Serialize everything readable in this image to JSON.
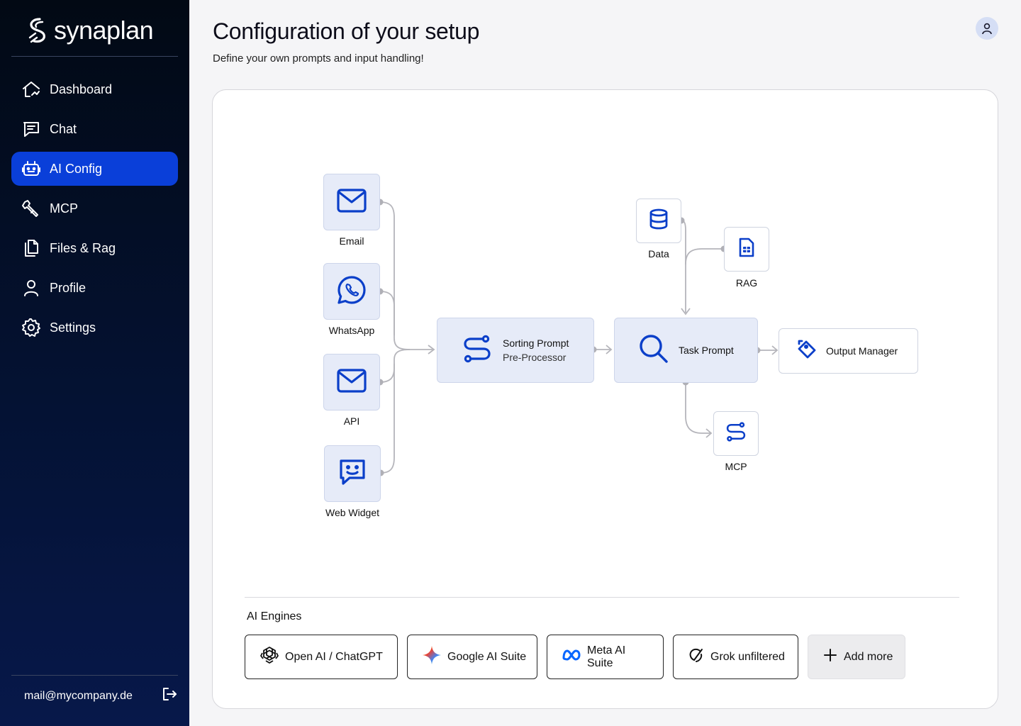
{
  "app": {
    "name": "synaplan"
  },
  "sidebar": {
    "items": [
      {
        "label": "Dashboard",
        "icon": "home-icon",
        "active": false
      },
      {
        "label": "Chat",
        "icon": "chat-icon",
        "active": false
      },
      {
        "label": "AI Config",
        "icon": "robot-icon",
        "active": true
      },
      {
        "label": "MCP",
        "icon": "wrench-icon",
        "active": false
      },
      {
        "label": "Files & Rag",
        "icon": "files-icon",
        "active": false
      },
      {
        "label": "Profile",
        "icon": "user-icon",
        "active": false
      },
      {
        "label": "Settings",
        "icon": "gear-icon",
        "active": false
      }
    ],
    "user_email": "mail@mycompany.de"
  },
  "header": {
    "title": "Configuration of your setup",
    "subtitle": "Define your own prompts and input handling!"
  },
  "flow": {
    "inputs": [
      {
        "label": "Email",
        "icon": "mail-icon"
      },
      {
        "label": "WhatsApp",
        "icon": "whatsapp-icon"
      },
      {
        "label": "API",
        "icon": "mail-icon"
      },
      {
        "label": "Web Widget",
        "icon": "chat-smile-icon"
      }
    ],
    "sorting": {
      "title": "Sorting Prompt",
      "subtitle": "Pre-Processor"
    },
    "task": {
      "title": "Task Prompt"
    },
    "output": {
      "title": "Output Manager"
    },
    "data": {
      "label": "Data"
    },
    "rag": {
      "label": "RAG"
    },
    "mcp": {
      "label": "MCP"
    }
  },
  "engines": {
    "title": "AI Engines",
    "items": [
      {
        "label": "Open AI / ChatGPT",
        "icon": "openai-icon"
      },
      {
        "label": "Google AI Suite",
        "icon": "gemini-icon"
      },
      {
        "label": "Meta AI Suite",
        "icon": "meta-icon"
      },
      {
        "label": "Grok unfiltered",
        "icon": "grok-icon"
      },
      {
        "label": "Add more",
        "icon": "plus-icon"
      }
    ]
  },
  "colors": {
    "accent": "#0a3fd9",
    "node_bg": "#e6ebf8",
    "icon_blue": "#0b3fc9"
  }
}
